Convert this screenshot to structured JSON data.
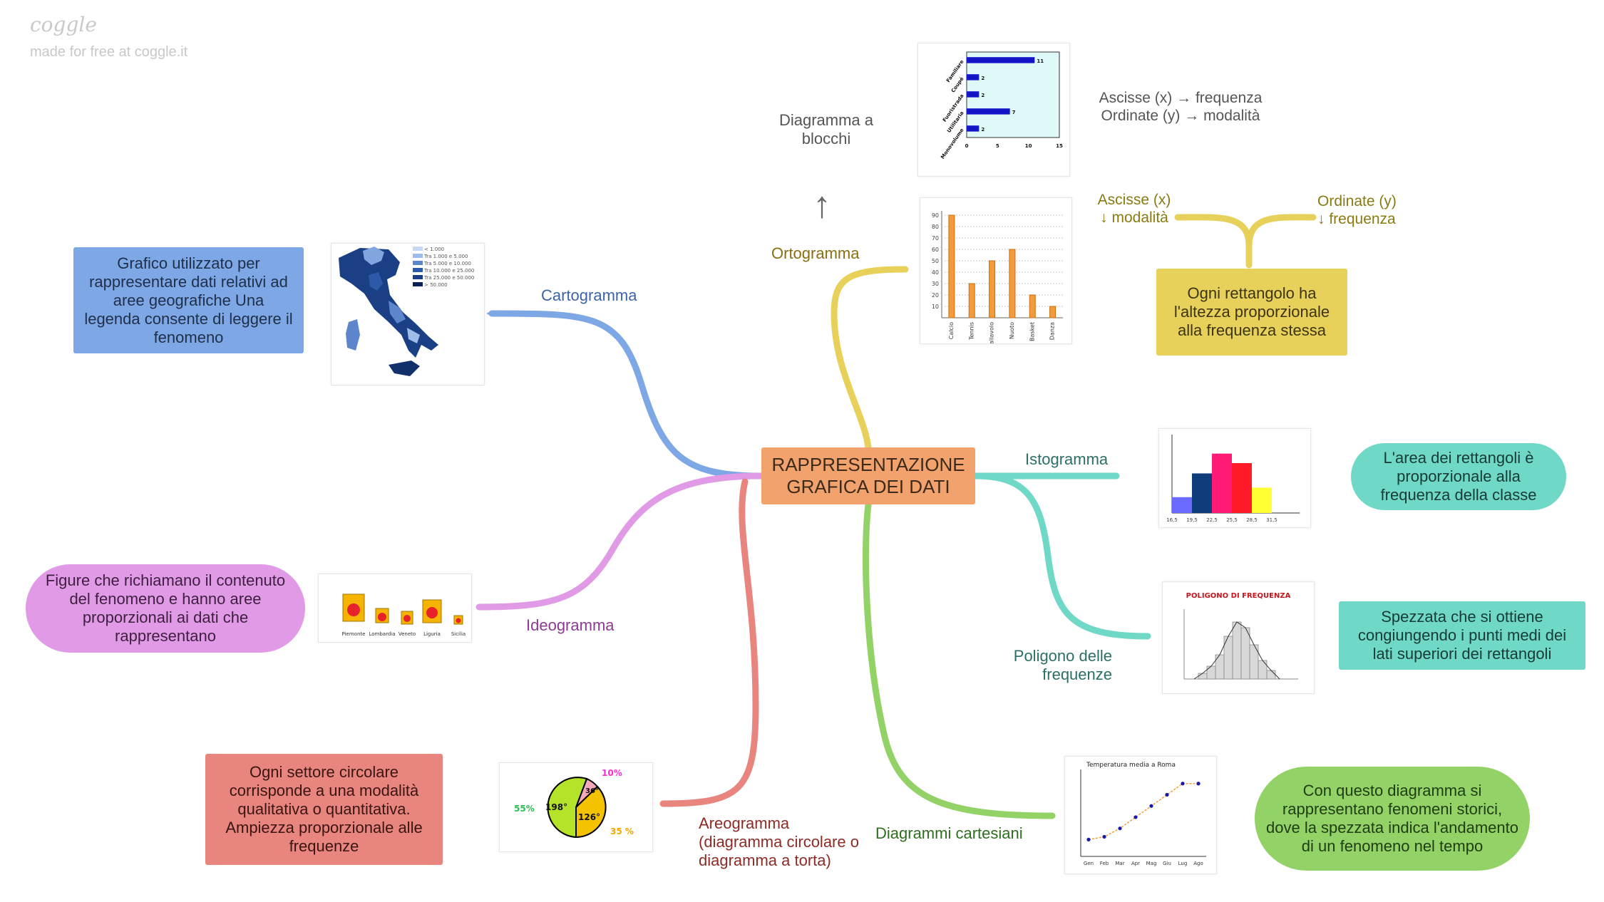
{
  "brand": {
    "logo": "coggle",
    "tagline": "made for free at coggle.it"
  },
  "central": {
    "title": "RAPPRESENTAZIONE GRAFICA DEI DATI"
  },
  "branches": {
    "cartogramma": {
      "label": "Cartogramma",
      "color": "#7ea7e6",
      "note": "Grafico utilizzato per rappresentare dati relativi ad aree geografiche Una legenda consente di leggere il fenomeno",
      "note_color": "#7ea7e6"
    },
    "ideogramma": {
      "label": "Ideogramma",
      "color": "#e19be6",
      "note": "Figure che richiamano il contenuto del fenomeno e hanno aree proporzionali ai dati che rappresentano",
      "note_color": "#e19be6",
      "image_labels": [
        "Piemonte",
        "Lombardia",
        "Veneto",
        "Liguria",
        "Sicilia"
      ]
    },
    "areogramma": {
      "label": "Areogramma (diagramma circolare o diagramma a torta)",
      "color": "#e8857e",
      "note": "Ogni settore circolare corrisponde a una modalità qualitativa o quantitativa. Ampiezza proporzionale alle frequenze",
      "note_color": "#e8857e",
      "pie": {
        "slices": [
          {
            "percent": "55%",
            "degrees": "198°",
            "color": "#b5e32a"
          },
          {
            "percent": "35 %",
            "degrees": "126°",
            "color": "#f5c200"
          },
          {
            "percent": "10%",
            "degrees": "36°",
            "color": "#f4a9b8"
          }
        ]
      }
    },
    "ortogramma": {
      "label": "Ortogramma",
      "color": "#e8d15a",
      "sub_label": "Diagramma a blocchi",
      "blocks_note": "Ascisse (x) → frequenza Ordinate (y) → modalità",
      "axis_x_note": "Ascisse (x) ↓ modalità",
      "axis_y_note": "Ordinate (y) ↓ frequenza",
      "note": "Ogni rettangolo ha l'altezza proporzionale alla frequenza stessa",
      "note_color": "#e8d15a",
      "bar_chart": {
        "categories": [
          "Calcio",
          "Tennis",
          "Pallavolo",
          "Nuoto",
          "Basket",
          "Danza"
        ],
        "values": [
          90,
          30,
          50,
          60,
          20,
          10
        ],
        "ticks": [
          "90",
          "80",
          "70",
          "60",
          "50",
          "40",
          "30",
          "20",
          "10"
        ]
      },
      "block_chart": {
        "categories": [
          "Familiare",
          "Coupé",
          "Fuoristrada",
          "Utilitaria",
          "Monovolume"
        ],
        "values": [
          11,
          2,
          2,
          7,
          2
        ],
        "ticks": [
          "0",
          "5",
          "10",
          "15"
        ]
      }
    },
    "istogramma": {
      "label": "Istogramma",
      "color": "#6fd8c6",
      "note": "L'area dei rettangoli è proporzionale alla frequenza della classe",
      "note_color": "#6fd8c6",
      "bins": [
        {
          "label": "16,5",
          "value": 2,
          "color": "#6b6bff"
        },
        {
          "label": "19,5",
          "value": 5,
          "color": "#0f3d7c"
        },
        {
          "label": "22,5",
          "value": 7.5,
          "color": "#ff1a75"
        },
        {
          "label": "25,5",
          "value": 6.3,
          "color": "#ff1a2a"
        },
        {
          "label": "28,5",
          "value": 3.2,
          "color": "#ffff33"
        }
      ],
      "last_tick": "31,5"
    },
    "poligono": {
      "label": "Poligono delle frequenze",
      "color": "#6fd8c6",
      "image_title": "POLIGONO DI FREQUENZA",
      "note": "Spezzata che si ottiene congiungendo i punti medi dei lati superiori dei rettangoli",
      "note_color": "#6fd8c6"
    },
    "cartesiani": {
      "label": "Diagrammi cartesiani",
      "color": "#93d267",
      "image_title": "Temperatura media a Roma",
      "months": [
        "Gen",
        "Feb",
        "Mar",
        "Apr",
        "Mag",
        "Giu",
        "Lug",
        "Ago"
      ],
      "temps": [
        6,
        7,
        10,
        14,
        18,
        22,
        26,
        26
      ],
      "note": "Con questo diagramma si rappresentano fenomeni storici, dove la spezzata indica l'andamento di un fenomeno nel tempo",
      "note_color": "#93d267"
    }
  },
  "map_legend": [
    "< 1.000",
    "Tra 1.000 e 5.000",
    "Tra 5.000 e 10.000",
    "Tra 10.000 e 25.000",
    "Tra 25.000 e 50.000",
    "> 50.000"
  ]
}
